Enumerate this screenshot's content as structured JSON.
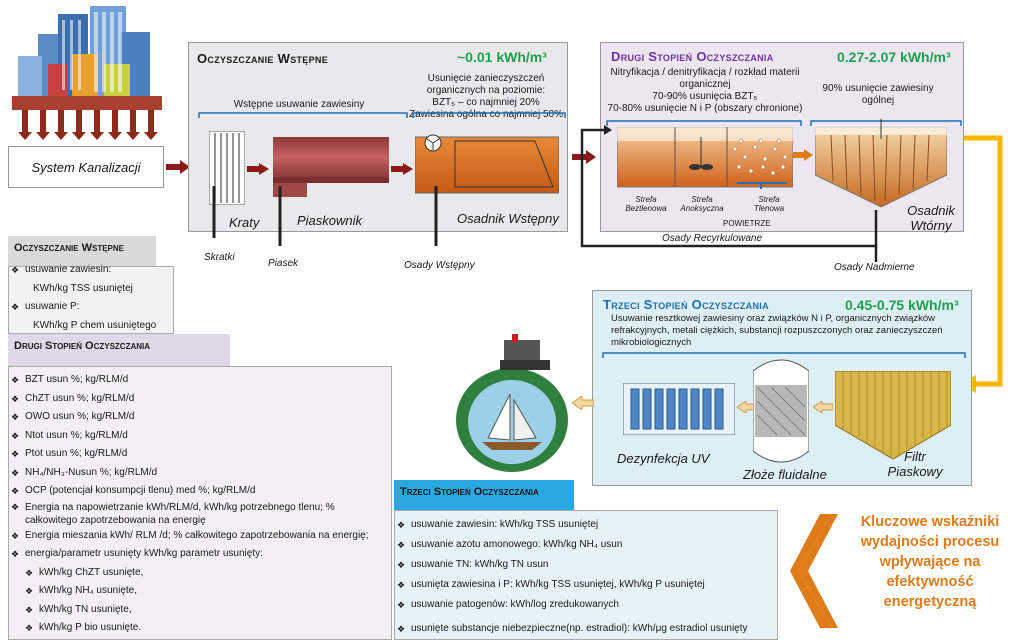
{
  "sewer_label": "System Kanalizacji",
  "pre": {
    "title": "Oczyszczanie Wstępne",
    "energy": "~0.01 kWh/m³",
    "removal_label": "Wstępne usuwanie zawiesiny",
    "text_lines": [
      "Usunięcie zanieczyszczeń",
      "organicznych na poziomie:",
      "BZT₅ – co najmniej 20%",
      "Zawiesina ogólna co najmniej 50%"
    ],
    "kraty": "Kraty",
    "piaskownik": "Piaskownik",
    "osadnik": "Osadnik Wstępny",
    "skratki": "Skratki",
    "piasek": "Piasek",
    "osady": "Osady Wstępny"
  },
  "secondary": {
    "title": "Drugi Stopień Oczyszczania",
    "energy": "0.27-2.07 kWh/m³",
    "text_lines": [
      "Nitryfikacja / denitryfikacja / rozkład materii",
      "organicznej",
      "70-90% usunięcia BZT₅",
      "70-80% usunięcie N i P (obszary chronione)"
    ],
    "right_text_lines": [
      "90% usunięcie zawiesiny",
      "ogólnej"
    ],
    "strefa1": [
      "Strefa",
      "Beztlenowa"
    ],
    "strefa2": [
      "Strefa",
      "Anoksyczna"
    ],
    "strefa3": [
      "Strefa",
      "Tlenowa"
    ],
    "powietrze": "POWIETRZE",
    "osadnik": [
      "Osadnik",
      "Wtórny"
    ],
    "recycle": "Osady Recyrkulowane",
    "excess": "Osady Nadmierne"
  },
  "tertiary": {
    "title": "Trzeci Stopień Oczyszczania",
    "energy": "0.45-0.75 kWh/m³",
    "text_lines": [
      "Usuwanie resztkowej zawiesiny oraz związków N i P, organicznych związków",
      "refrakcyjnych, metali ciężkich, substancji rozpuszczonych oraz zanieczyszczeń",
      "mikrobiologicznych"
    ],
    "uv": "Dezynfekcja UV",
    "fluid": "Złoże fluidalne",
    "filter": [
      "Filtr",
      "Piaskowy"
    ]
  },
  "box_pre": {
    "title": "Oczyszczanie Wstępne",
    "items": [
      "usuwanie zawiesin:",
      "KWh/kg TSS usuniętej",
      "usuwanie P:",
      "KWh/kg P chem usuniętego"
    ]
  },
  "box_sec": {
    "title": "Drugi Stopień Oczyszczania",
    "items": [
      "BZT usun %; kg/RLM/d",
      "ChZT usun %; kg/RLM/d",
      "OWO usun %; kg/RLM/d",
      "Ntot usun %; kg/RLM/d",
      "Ptot usun %; kg/RLM/d",
      "NH₄/NH₃-Nusun %; kg/RLM/d",
      "OCP (potencjał konsumpcji tlenu) med %; kg/RLM/d",
      "Energia na napowietrzanie kWh/RLM/d, kWh/kg potrzebnego tlenu; %",
      "całkowitego zapotrzebowania na energię",
      "Energia mieszania kWh/ RLM /d; % całkowitego zapotrzebowania na energię;",
      "energia/parametr usunięty kWh/kg parametr usunięty:",
      "kWh/kg ChZT usunięte,",
      "kWh/kg NH₄ usunięte,",
      "kWh/kg TN usunięte,",
      "kWh/kg P bio usunięte."
    ]
  },
  "box_ter": {
    "title": "Trzeci Stopień Oczyszczania",
    "items": [
      "usuwanie zawiesin: kWh/kg TSS usuniętej",
      "usuwanie azotu amonowego: kWh/kg NH₄ usun",
      "usuwanie TN: kWh/kg TN usun",
      "usunięta zawiesina i P: kWh/kg TSS usuniętej, kWh/kg P usuniętej",
      "usuwanie patogenów: kWh/log zredukowanych",
      "usunięte substancje niebezpieczne(np. estradiol): kWh/μg estradiol usunięty"
    ]
  },
  "key": [
    "Kluczowe wskaźniki",
    "wydajności procesu",
    "wpływające na",
    "efektywność",
    "energetyczną"
  ],
  "colors": {
    "purple": "#7030a0",
    "blue": "#1f6fb5",
    "green": "#1fa04a",
    "orange": "#e07b1a",
    "yellow": "#f5b800",
    "darkred": "#8b1a1a"
  }
}
